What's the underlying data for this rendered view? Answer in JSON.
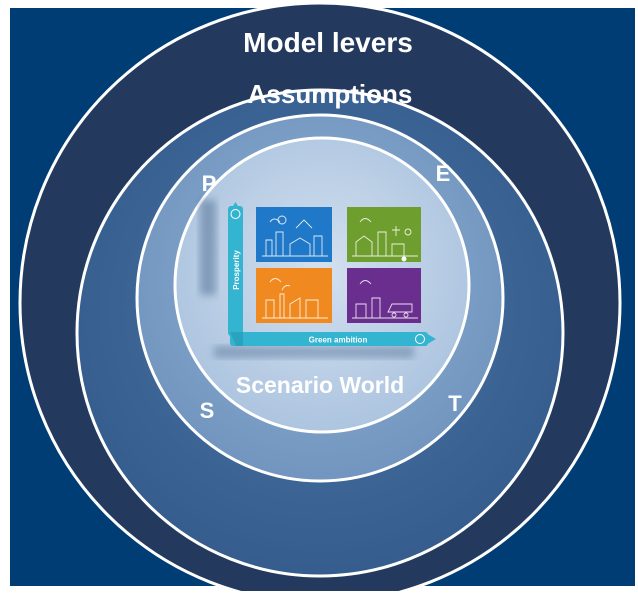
{
  "rings": {
    "outer_label": "Model levers",
    "middle_label": "Assumptions",
    "inner_label": "Scenario World"
  },
  "pest": {
    "p": "P",
    "e": "E",
    "s": "S",
    "t": "T"
  },
  "axes": {
    "y_label": "Prosperity",
    "x_label": "Green ambition"
  },
  "quadrants": {
    "top_left": "city-scene-icon",
    "top_right": "green-town-icon",
    "bottom_left": "industry-scene-icon",
    "bottom_right": "transport-scene-icon"
  },
  "colors": {
    "background": "#003d74",
    "outer_ring": "#233a5e",
    "middle_ring": "#3c6596",
    "inner_ring": "#7fa3cb",
    "core": "#bfd1e6",
    "axis": "#33b4d0",
    "quadrant_blue": "#1f78c8",
    "quadrant_green": "#6e9e2e",
    "quadrant_orange": "#f08a20",
    "quadrant_purple": "#6a2f8e"
  }
}
